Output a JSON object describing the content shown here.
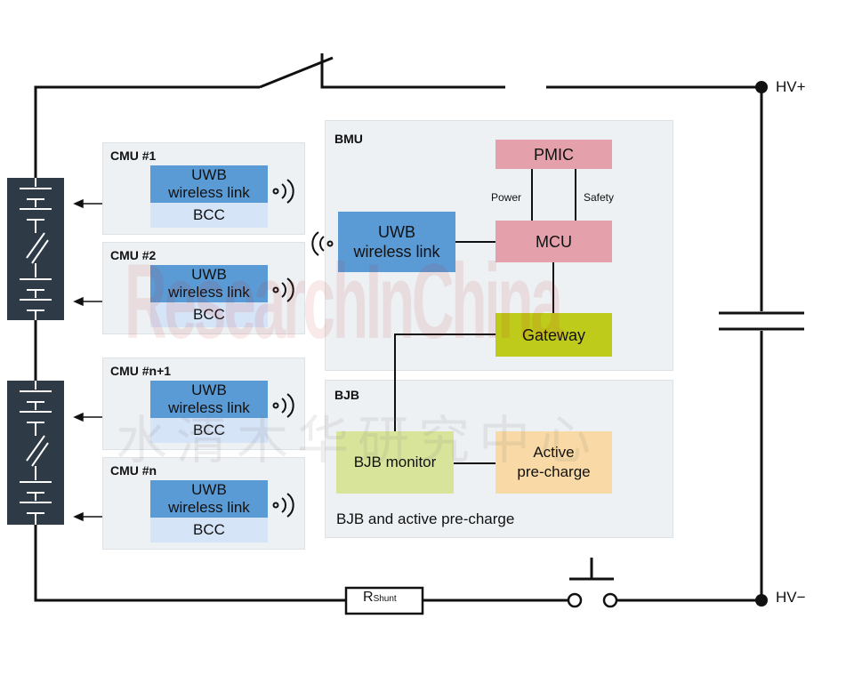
{
  "cmus": [
    {
      "title": "CMU #1",
      "link_label": "UWB\nwireless link",
      "bcc_label": "BCC"
    },
    {
      "title": "CMU #2",
      "link_label": "UWB\nwireless link",
      "bcc_label": "BCC"
    },
    {
      "title": "CMU #n+1",
      "link_label": "UWB\nwireless link",
      "bcc_label": "BCC"
    },
    {
      "title": "CMU #n",
      "link_label": "UWB\nwireless link",
      "bcc_label": "BCC"
    }
  ],
  "bmu": {
    "title": "BMU",
    "link_label": "UWB\nwireless link",
    "pmic_label": "PMIC",
    "mcu_label": "MCU",
    "gateway_label": "Gateway",
    "power_label": "Power",
    "safety_label": "Safety"
  },
  "bjb": {
    "title": "BJB",
    "monitor_label": "BJB monitor",
    "precharge_label": "Active\npre-charge",
    "caption": "BJB and active pre-charge"
  },
  "circuit": {
    "hv_plus": "HV+",
    "hv_minus": "HV−",
    "shunt_main": "R",
    "shunt_sub": "Shunt"
  },
  "watermark": {
    "latin": "ResearchInChina",
    "chinese": "水清木华研究中心"
  },
  "colors": {
    "uwb": "#5b9bd5",
    "bcc": "#d6e4f7",
    "pmic_mcu": "#e4a1ab",
    "gateway": "#bfcb1a",
    "bjb_monitor": "#d8e49a",
    "precharge": "#f9d9a5",
    "battery": "#2e3a46",
    "panel": "#eef1f4"
  }
}
